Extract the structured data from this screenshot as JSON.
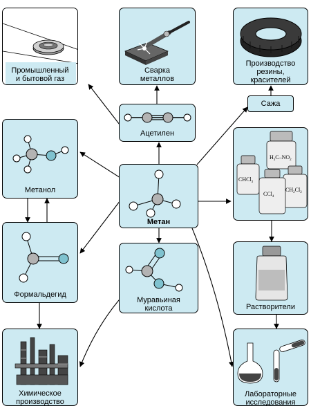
{
  "nodes": {
    "gas": {
      "lines": [
        "Промышленный",
        "и бытовой газ"
      ]
    },
    "welding": {
      "lines": [
        "Сварка",
        "металлов"
      ]
    },
    "rubber": {
      "lines": [
        "Производство",
        "резины,",
        "красителей"
      ]
    },
    "soot": {
      "lines": [
        "Сажа"
      ]
    },
    "acetylene": {
      "lines": [
        "Ацетилен"
      ]
    },
    "methanol": {
      "lines": [
        "Метанол"
      ]
    },
    "methane": {
      "lines": [
        "Метан"
      ]
    },
    "solvents_pic": {
      "bottle_labels": {
        "chcl3": "CHCl",
        "chcl3_sub": "3",
        "h3c": "H",
        "h3c_sub": "3",
        "h3c_rest": "C–NO",
        "h3c_sub2": "2",
        "ccl4": "CCl",
        "ccl4_sub": "4",
        "ch2cl2_a": "CH",
        "ch2cl2_sub1": "2",
        "ch2cl2_b": "Cl",
        "ch2cl2_sub2": "2"
      }
    },
    "formaldehyde": {
      "lines": [
        "Формальдегид"
      ]
    },
    "formic": {
      "lines": [
        "Муравьиная",
        "кислота"
      ]
    },
    "solvents": {
      "lines": [
        "Растворители"
      ]
    },
    "chemical": {
      "lines": [
        "Химическое",
        "производство"
      ]
    },
    "lab": {
      "lines": [
        "Лабораторные",
        "исследования"
      ]
    }
  },
  "colors": {
    "box_fill": "#cdeaf2",
    "atom_carbon": "#b3b3b3",
    "atom_hydrogen": "#ffffff",
    "atom_oxygen": "#7fc2cf",
    "line": "#000000"
  }
}
